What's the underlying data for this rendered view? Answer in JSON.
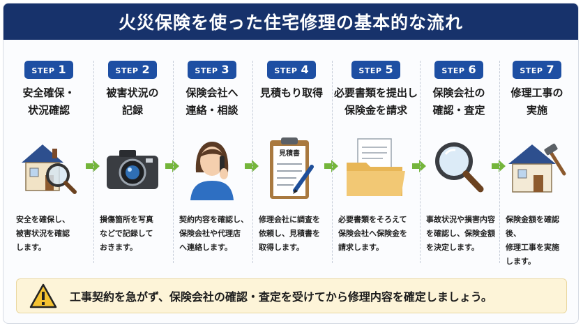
{
  "header": {
    "title": "火災保険を使った住宅修理の基本的な流れ"
  },
  "step_word": "STEP",
  "steps": [
    {
      "num": "1",
      "title": "安全確保・\n状況確認",
      "icon": "house-magnifier-icon",
      "desc": "安全を確保し、\n被害状況を確認\nします。"
    },
    {
      "num": "2",
      "title": "被害状況の\n記録",
      "icon": "camera-icon",
      "desc": "損傷箇所を写真\nなどで記録して\nおきます。"
    },
    {
      "num": "3",
      "title": "保険会社へ\n連絡・相談",
      "icon": "person-phone-icon",
      "desc": "契約内容を確認し、\n保険会社や代理店\nへ連絡します。"
    },
    {
      "num": "4",
      "title": "見積もり取得",
      "icon": "estimate-clipboard-icon",
      "desc": "修理会社に調査を\n依頼し、見積書を\n取得します。",
      "clip_text": "見積書"
    },
    {
      "num": "5",
      "title": "必要書類を提出し\n保険金を請求",
      "icon": "document-folder-icon",
      "desc": "必要書類をそろえて\n保険会社へ保険金を\n請求します。"
    },
    {
      "num": "6",
      "title": "保険会社の\n確認・査定",
      "icon": "magnifier-icon",
      "desc": "事故状況や損害内容\nを確認し、保険金額\nを決定します。"
    },
    {
      "num": "7",
      "title": "修理工事の\n実施",
      "icon": "house-hammer-icon",
      "desc": "保険金額を確認後、\n修理工事を実施\nします。"
    }
  ],
  "notice": {
    "text": "工事契約を急がず、保険会社の確認・査定を受けてから修理内容を確定しましょう。",
    "icon": "warning-icon"
  },
  "colors": {
    "banner": "#17326b",
    "badge": "#1e4fa3",
    "arrow": "#74b53b",
    "notice_bg": "#fdf4d8"
  }
}
